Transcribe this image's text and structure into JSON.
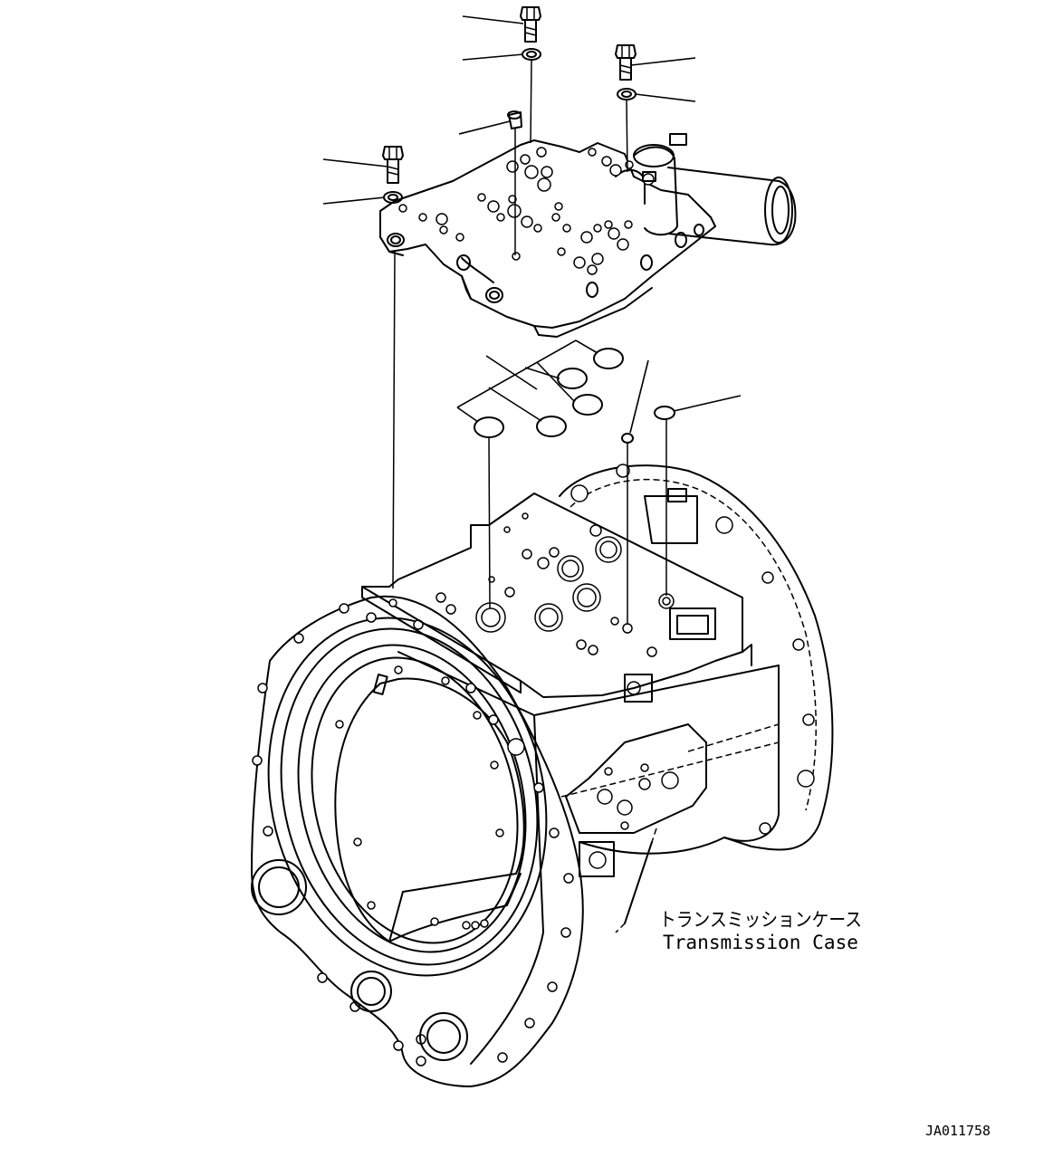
{
  "labels": {
    "case_jp": "トランスミッションケース",
    "case_en": "Transmission Case",
    "drawing_id": "JA011758"
  },
  "colors": {
    "line": "#000000",
    "background": "#ffffff"
  }
}
